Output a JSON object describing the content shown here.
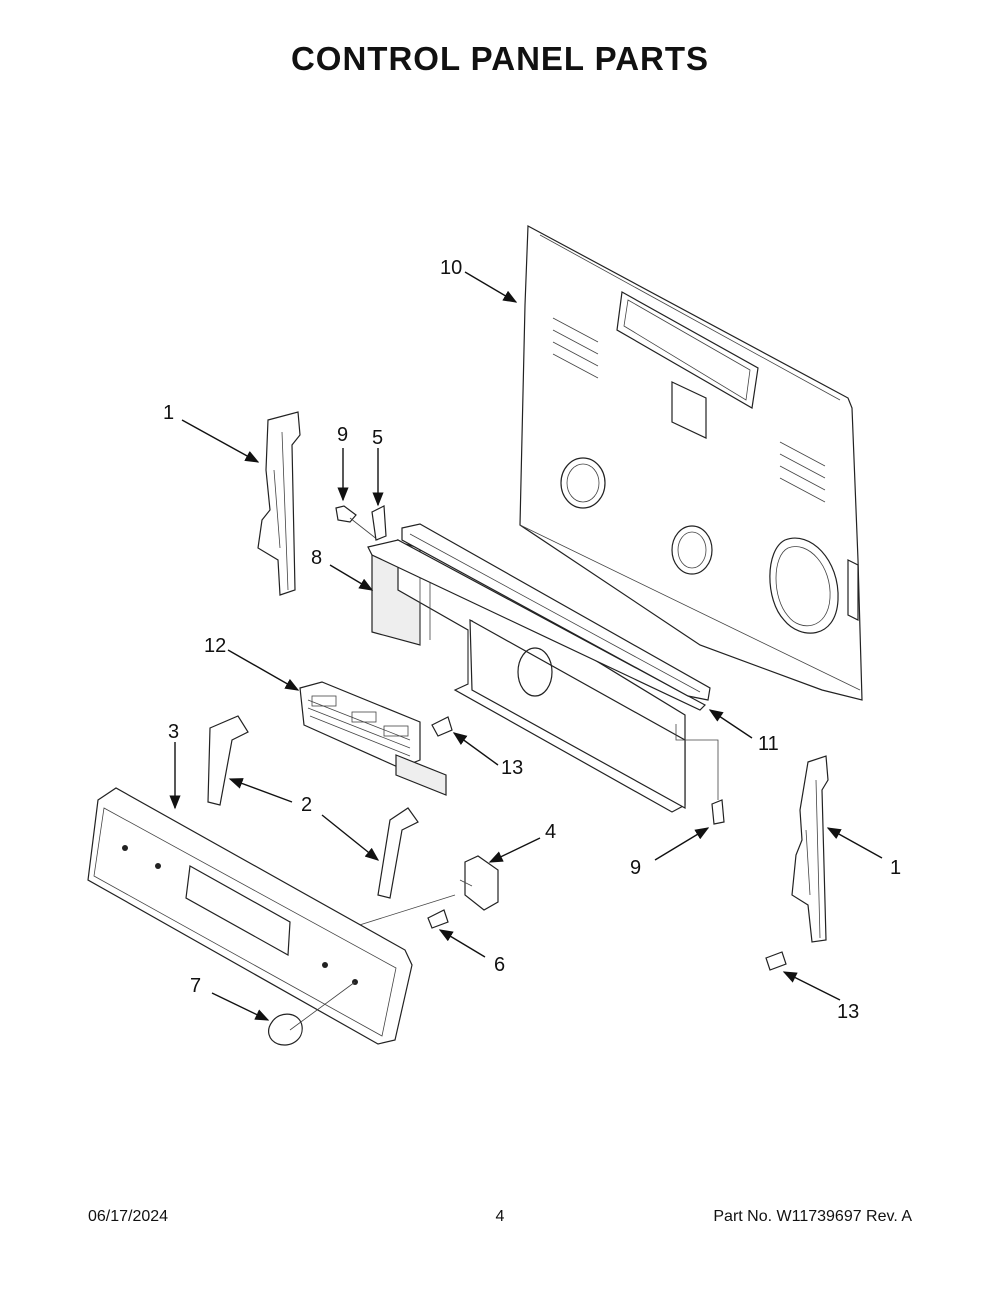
{
  "page": {
    "title": "CONTROL PANEL PARTS",
    "footer_date": "06/17/2024",
    "footer_page": "4",
    "footer_part": "Part No.  W11739697  Rev.  A"
  },
  "callouts": {
    "c10": "10",
    "c1_left": "1",
    "c9_top": "9",
    "c5": "5",
    "c8": "8",
    "c12": "12",
    "c3": "3",
    "c2": "2",
    "c13_mid": "13",
    "c11": "11",
    "c4": "4",
    "c9_bottom": "9",
    "c1_right": "1",
    "c6": "6",
    "c7": "7",
    "c13_bottom": "13"
  },
  "icons": [
    "arrow-pointer-icon"
  ]
}
